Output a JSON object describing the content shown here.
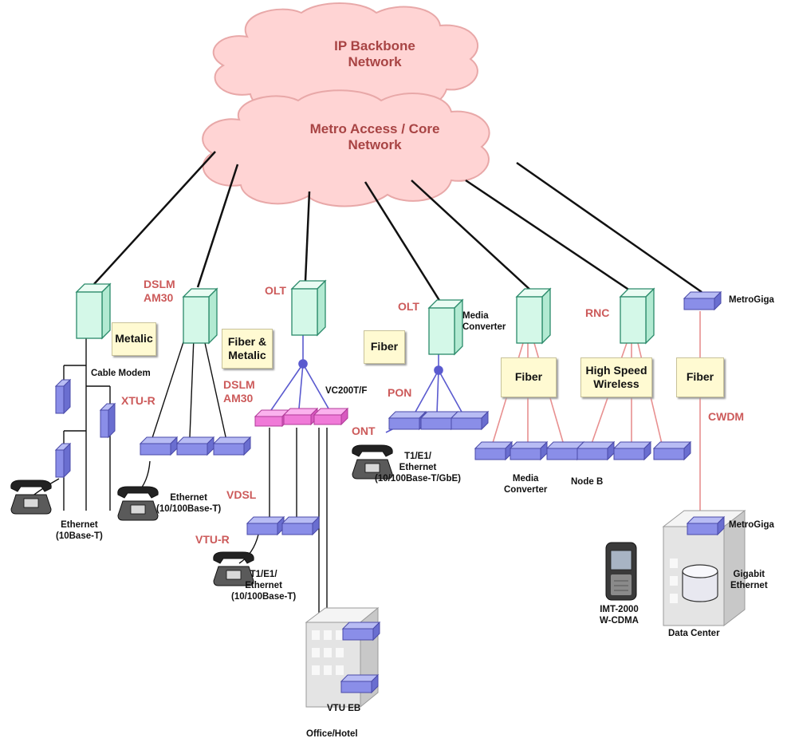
{
  "clouds": {
    "ip_backbone": "IP Backbone\nNetwork",
    "metro_access": "Metro Access / Core\nNetwork"
  },
  "media_boxes": {
    "metalic": "Metalic",
    "fiber_metalic": "Fiber &\nMetalic",
    "fiber_pon": "Fiber",
    "fiber_media": "Fiber",
    "high_speed_wireless": "High Speed\nWireless",
    "fiber_cwdm": "Fiber"
  },
  "red_labels": {
    "dslm_am30_top": "DSLM\nAM30",
    "olt_1": "OLT",
    "olt_2": "OLT",
    "rnc": "RNC",
    "xtu_r": "XTU-R",
    "dslm_am30_mid": "DSLM\nAM30",
    "pon": "PON",
    "ont": "ONT",
    "vdsl": "VDSL",
    "vtu_r": "VTU-R",
    "cwdm": "CWDM"
  },
  "black_labels": {
    "cable_modem": "Cable Modem",
    "vc200tf": "VC200T/F",
    "media_converter_top": "Media\nConverter",
    "metrogiga_top": "MetroGiga",
    "ethernet_10base": "Ethernet\n(10Base-T)",
    "ethernet_10_100": "Ethernet\n(10/100Base-T)",
    "t1e1_gbe": "T1/E1/\nEthernet\n(10/100Base-T/GbE)",
    "media_converter_bottom": "Media\nConverter",
    "node_b": "Node B",
    "t1e1_10_100": "T1/E1/\nEthernet\n(10/100Base-T)",
    "metrogiga_bottom": "MetroGiga",
    "gigabit_ethernet": "Gigabit\nEthernet",
    "imt2000": "IMT-2000\nW-CDMA",
    "data_center": "Data Center",
    "vtu_eb": "VTU EB",
    "office_hotel": "Office/Hotel"
  },
  "colors": {
    "cloud_fill": "#ffd4d4",
    "cloud_stroke": "#e8a8a8",
    "cloud_text": "#a84444",
    "red_label": "#cc5a5a",
    "rack_fill": "#d4f8e8",
    "rack_stroke": "#2a8a6a",
    "device_blue": "#8a8ee8",
    "device_pink": "#f07ad8",
    "link_black": "#111111",
    "link_blue": "#5a5acf",
    "link_pink": "#e89090",
    "box_fill": "#fffad2"
  },
  "icons": [
    "equipment-rack-icon",
    "network-device-icon",
    "telephone-icon",
    "mobile-phone-icon",
    "building-icon",
    "database-icon",
    "cloud-icon"
  ]
}
